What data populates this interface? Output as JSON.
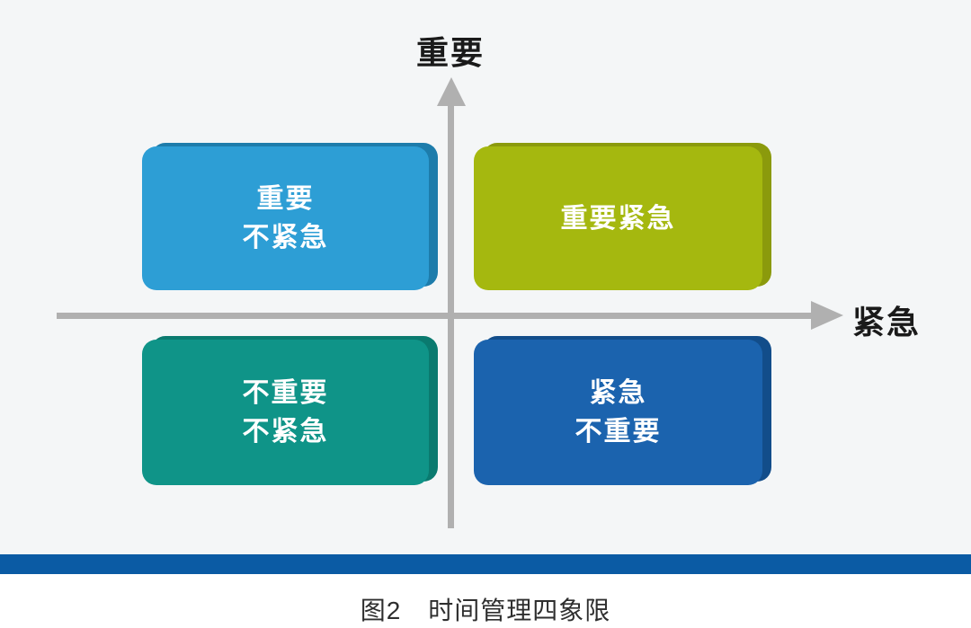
{
  "diagram": {
    "background_color": "#f4f6f7",
    "axes": {
      "axis_color": "#b0b0b0",
      "y_label": "重要",
      "x_label": "紧急",
      "label_color": "#1a1a1a"
    },
    "quadrants": [
      {
        "id": "important-not-urgent",
        "position": "top-left",
        "lines": [
          "重要",
          "不紧急"
        ],
        "color": "#2d9ed5",
        "edge_color": "#1d7cab"
      },
      {
        "id": "important-urgent",
        "position": "top-right",
        "lines": [
          "重要紧急"
        ],
        "color": "#a5b80f",
        "edge_color": "#8b9a0c"
      },
      {
        "id": "not-important-not-urgent",
        "position": "bottom-left",
        "lines": [
          "不重要",
          "不紧急"
        ],
        "color": "#0f9488",
        "edge_color": "#0a7a6f"
      },
      {
        "id": "urgent-not-important",
        "position": "bottom-right",
        "lines": [
          "紧急",
          "不重要"
        ],
        "color": "#1b63ae",
        "edge_color": "#124d8a"
      }
    ],
    "divider_color": "#0b5ba4",
    "caption": {
      "figure_number": "图2",
      "title": "时间管理四象限"
    }
  }
}
